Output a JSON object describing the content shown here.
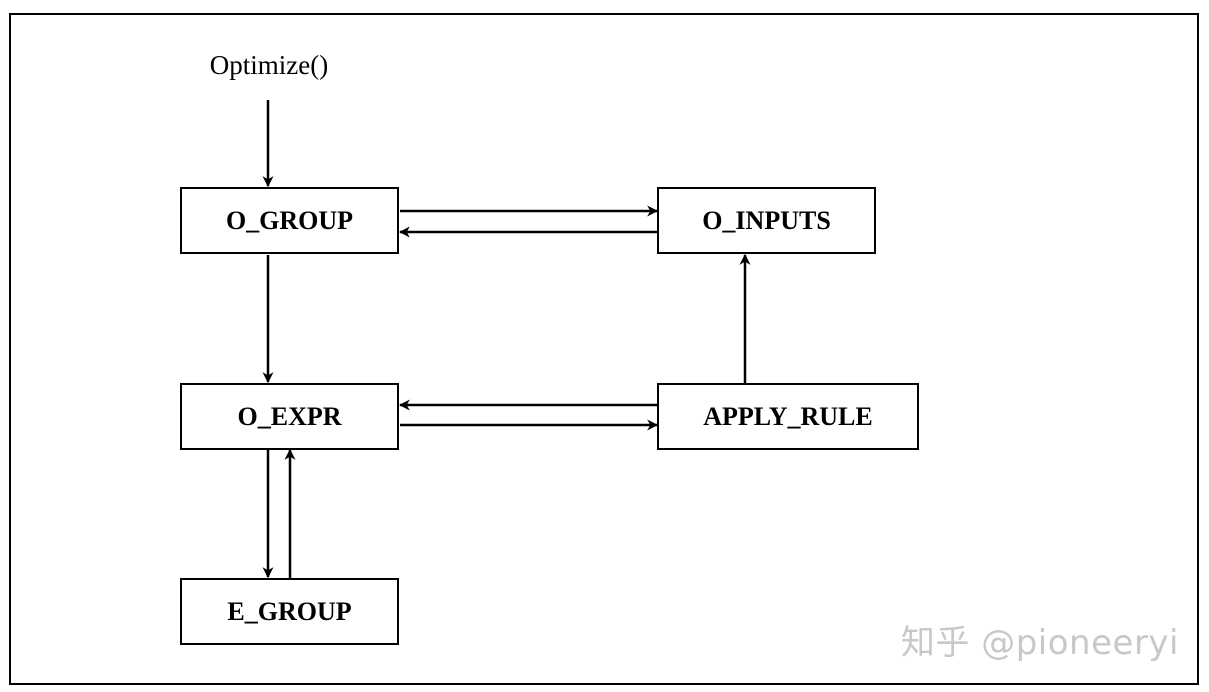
{
  "diagram": {
    "entry_label": "Optimize()",
    "nodes": {
      "o_group": "O_GROUP",
      "o_inputs": "O_INPUTS",
      "o_expr": "O_EXPR",
      "apply_rule": "APPLY_RULE",
      "e_group": "E_GROUP"
    },
    "watermark": "知乎 @pioneeryi",
    "colors": {
      "stroke": "#000000",
      "watermark": "#c8c8c8"
    }
  }
}
